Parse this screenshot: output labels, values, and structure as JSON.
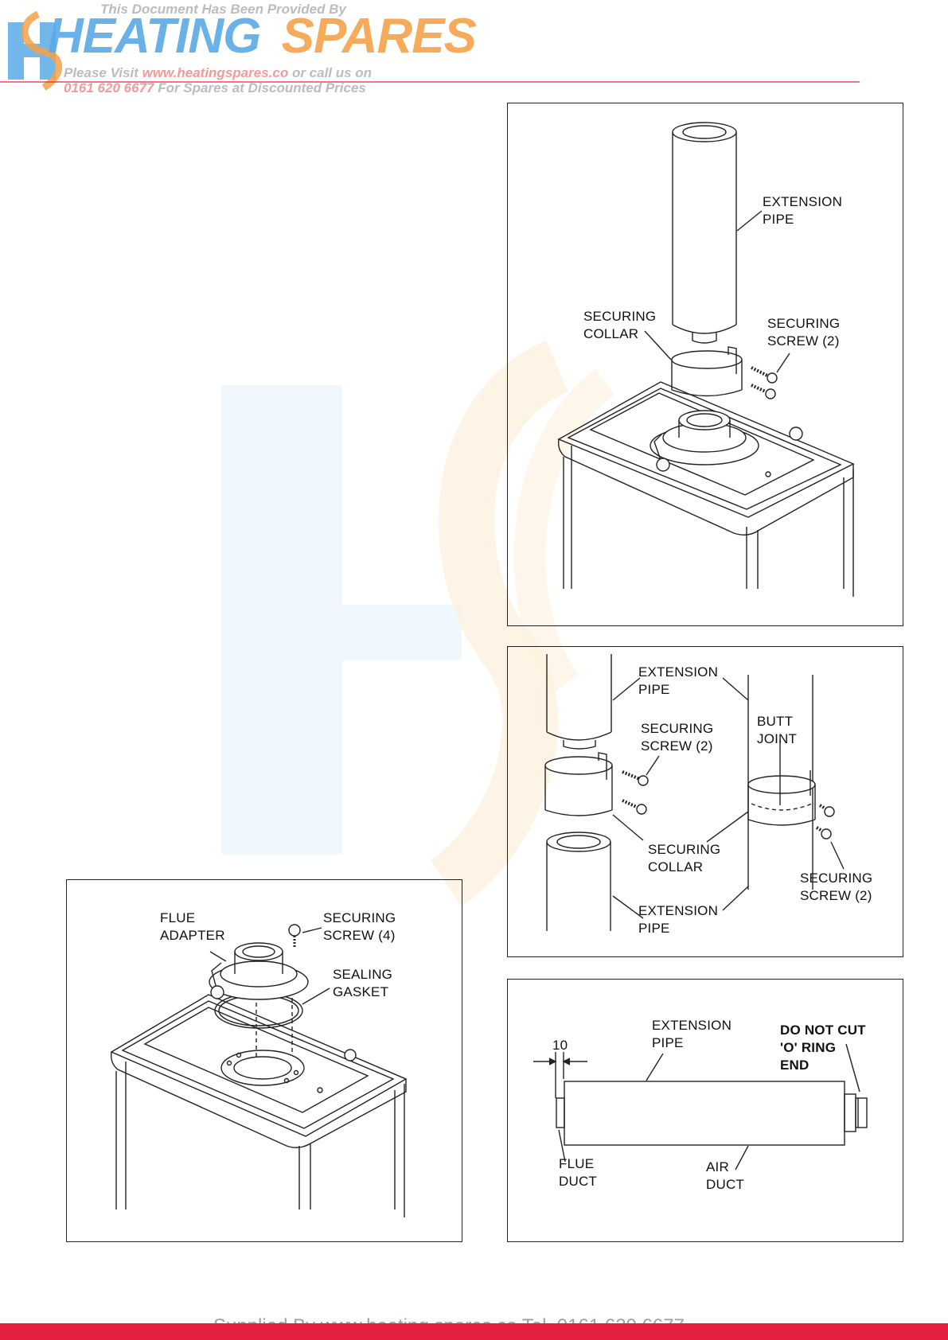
{
  "header": {
    "provided_by": "This Document Has Been Provided By",
    "brand_part1": "HEATING",
    "brand_part2": "SPARES",
    "visit_prefix": "Please Visit",
    "visit_url": "www.heatingspares.co",
    "visit_suffix": "or call us on",
    "phone": "0161 620 6677",
    "phone_suffix": "For Spares at Discounted Prices"
  },
  "colors": {
    "brand_blue": "#5aa9e6",
    "brand_orange": "#f5a24a",
    "brand_red": "#e3203f"
  },
  "panel_top_right": {
    "extension_pipe": [
      "EXTENSION",
      "PIPE"
    ],
    "securing_collar": [
      "SECURING",
      "COLLAR"
    ],
    "securing_screw": [
      "SECURING",
      "SCREW (2)"
    ]
  },
  "panel_mid_right": {
    "extension_pipe_top": [
      "EXTENSION",
      "PIPE"
    ],
    "securing_screw_left": [
      "SECURING",
      "SCREW (2)"
    ],
    "butt_joint": [
      "BUTT",
      "JOINT"
    ],
    "securing_collar": [
      "SECURING",
      "COLLAR"
    ],
    "securing_screw_right": [
      "SECURING",
      "SCREW (2)"
    ],
    "extension_pipe_bottom": [
      "EXTENSION",
      "PIPE"
    ]
  },
  "panel_bottom_left": {
    "flue_adapter": [
      "FLUE",
      "ADAPTER"
    ],
    "securing_screw": [
      "SECURING",
      "SCREW (4)"
    ],
    "sealing_gasket": [
      "SEALING",
      "GASKET"
    ]
  },
  "panel_bottom_right": {
    "dimension": "10",
    "extension_pipe": [
      "EXTENSION",
      "PIPE"
    ],
    "do_not_cut": [
      "DO NOT CUT",
      "'O' RING",
      "END"
    ],
    "flue_duct": [
      "FLUE",
      "DUCT"
    ],
    "air_duct": [
      "AIR",
      "DUCT"
    ]
  },
  "footer": {
    "text": "Supplied By www.heating spares.co  Tel. 0161 620 6677"
  }
}
